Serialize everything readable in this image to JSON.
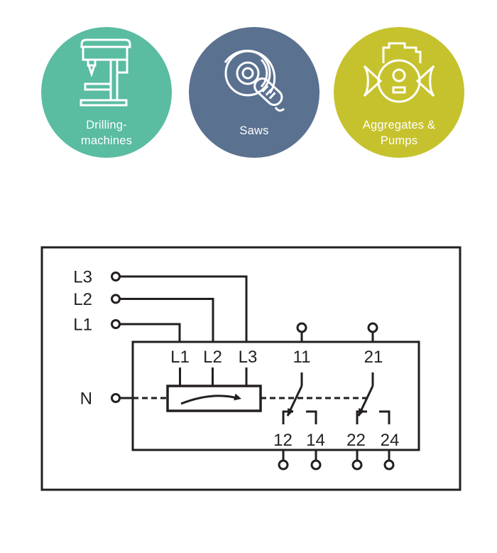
{
  "page": {
    "background": "#FFFFFF"
  },
  "categories": [
    {
      "label_lines": [
        "Drilling-",
        "machines"
      ],
      "color": "#5ABCA1",
      "text_color": "#FFFFFF",
      "icon": "drill-press-icon"
    },
    {
      "label_lines": [
        "Saws"
      ],
      "color": "#5A7190",
      "text_color": "#FFFFFF",
      "icon": "circular-saw-icon"
    },
    {
      "label_lines": [
        "Aggregates &",
        "Pumps"
      ],
      "color": "#C6C22D",
      "text_color": "#FFFFFF",
      "icon": "pump-icon"
    }
  ],
  "diagram": {
    "line_color": "#231F20",
    "source_labels": {
      "l3": "L3",
      "l2": "L2",
      "l1": "L1",
      "n": "N"
    },
    "device": {
      "phase_inputs": {
        "l1": "L1",
        "l2": "L2",
        "l3": "L3"
      },
      "contacts": {
        "t11": "11",
        "t21": "21",
        "t12": "12",
        "t14": "14",
        "t22": "22",
        "t24": "24"
      }
    }
  }
}
